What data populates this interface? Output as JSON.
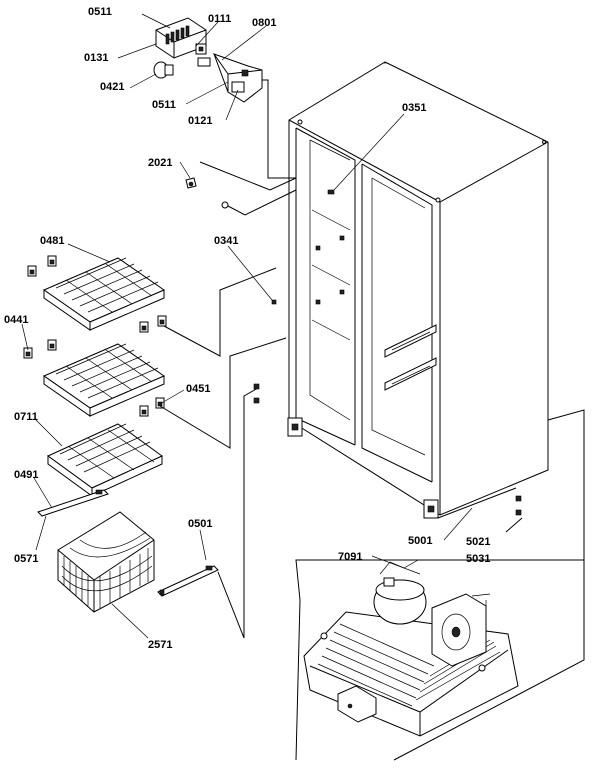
{
  "callouts": {
    "c0511a": "0511",
    "c0111": "0111",
    "c0801": "0801",
    "c0131": "0131",
    "c0421": "0421",
    "c0511b": "0511",
    "c0121": "0121",
    "c0351": "0351",
    "c2021": "2021",
    "c0481": "0481",
    "c0341": "0341",
    "c0441": "0441",
    "c0451": "0451",
    "c0711": "0711",
    "c0491": "0491",
    "c0501": "0501",
    "c0571": "0571",
    "c2571": "2571",
    "c5001": "5001",
    "c5021": "5021",
    "c5031": "5031",
    "c7091": "7091"
  }
}
